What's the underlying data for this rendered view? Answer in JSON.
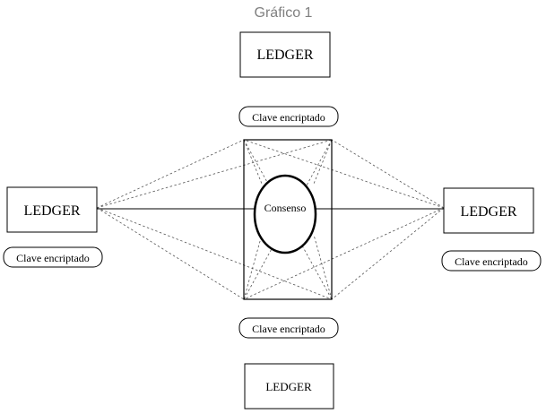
{
  "header": {
    "title": "Gráfico 1"
  },
  "diagram": {
    "center": {
      "label": "Consenso"
    },
    "ledgers": {
      "top": "LEDGER",
      "left": "LEDGER",
      "right": "LEDGER",
      "bottom": "LEDGER"
    },
    "keys": {
      "top": "Clave encriptado",
      "left": "Clave encriptado",
      "right": "Clave encriptado",
      "bottom": "Clave encriptado"
    }
  },
  "colors": {
    "title": "#7f7f7f",
    "stroke": "#000000",
    "dashed": "#555555"
  }
}
